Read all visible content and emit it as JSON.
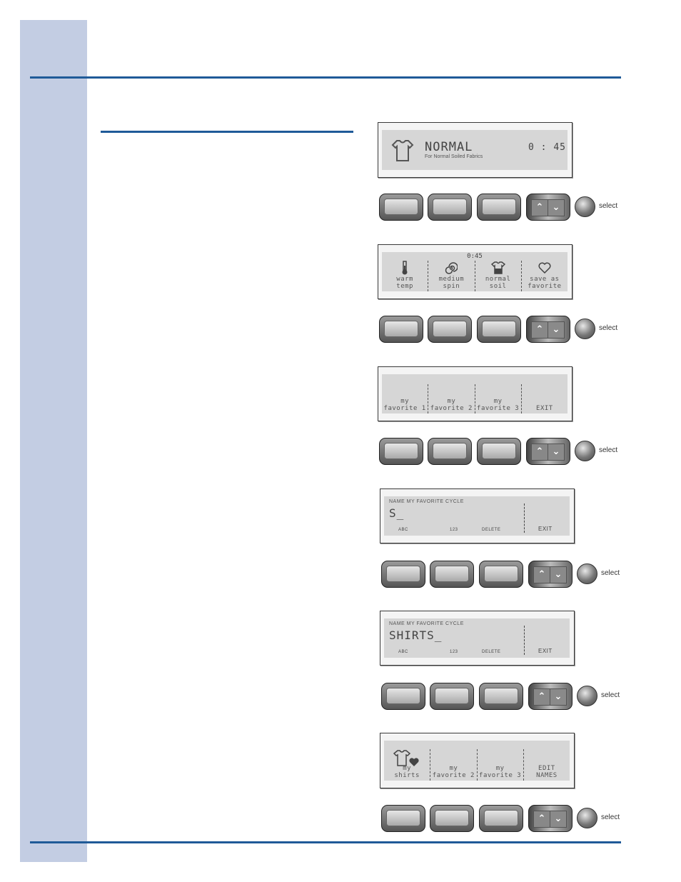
{
  "panels": {
    "normal": {
      "cycle_name": "NORMAL",
      "cycle_desc": "For Normal Soiled Fabrics",
      "time": "0 : 45",
      "icon": "shirt-icon"
    },
    "options": {
      "time": "0:45",
      "items": [
        {
          "label": "warm\ntemp",
          "icon": "thermometer-icon"
        },
        {
          "label": "medium\nspin",
          "icon": "spiral-icon"
        },
        {
          "label": "normal\nsoil",
          "icon": "shirt-icon"
        },
        {
          "label": "save as\nfavorite",
          "icon": "heart-icon"
        }
      ]
    },
    "favorites": {
      "items": [
        {
          "label": "my\nfavorite 1"
        },
        {
          "label": "my\nfavorite 2"
        },
        {
          "label": "my\nfavorite 3"
        },
        {
          "label": "EXIT"
        }
      ]
    },
    "name_entry_1": {
      "prompt": "NAME MY FAVORITE CYCLE",
      "entry": "S_",
      "softkeys": [
        "ABC",
        "123",
        "DELETE"
      ],
      "exit": "EXIT"
    },
    "name_entry_2": {
      "prompt": "NAME MY FAVORITE CYCLE",
      "entry": "SHIRTS_",
      "softkeys": [
        "ABC",
        "123",
        "DELETE"
      ],
      "exit": "EXIT"
    },
    "saved": {
      "items": [
        {
          "label": "my\nshirts",
          "icon": "shirt-heart-icon"
        },
        {
          "label": "my\nfavorite 2"
        },
        {
          "label": "my\nfavorite 3"
        },
        {
          "label": "EDIT\nNAMES"
        }
      ]
    }
  },
  "controls": {
    "select_label": "select",
    "up_arrow": "⌃",
    "down_arrow": "⌄"
  }
}
